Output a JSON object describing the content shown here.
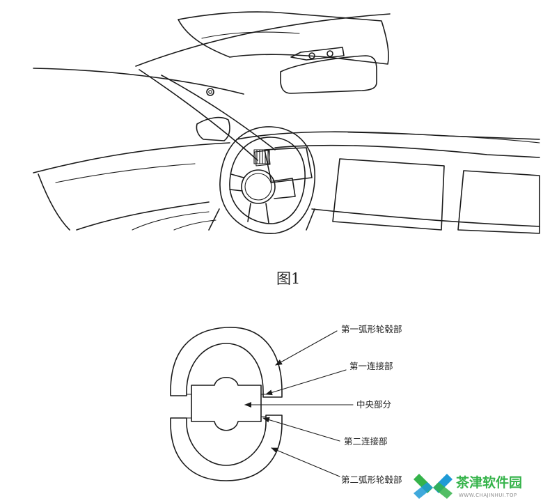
{
  "figure1": {
    "caption": "图1"
  },
  "figure2": {
    "labels": {
      "first_arc_rim": "第一弧形轮毂部",
      "first_connector": "第一连接部",
      "central_part": "中央部分",
      "second_connector": "第二连接部",
      "second_arc_rim": "第二弧形轮毂部"
    }
  },
  "watermark": {
    "name": "茶津软件园",
    "url": "WWW.CHAJINHUI.TOP",
    "colors": {
      "green": "#35b34a",
      "blue": "#1f9ad6",
      "gray": "#8c8c8c"
    }
  }
}
